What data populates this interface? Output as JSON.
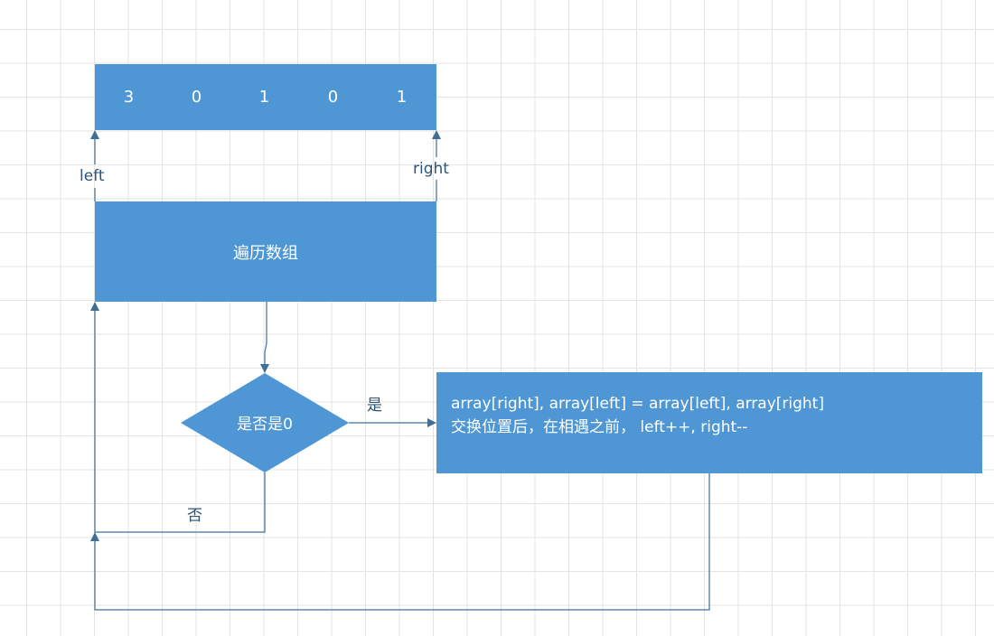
{
  "array": {
    "cells": [
      "3",
      "0",
      "1",
      "0",
      "1"
    ]
  },
  "labels": {
    "left": "left",
    "right": "right",
    "yes": "是",
    "no": "否"
  },
  "loop_box": {
    "text": "遍历数组"
  },
  "decision": {
    "text": "是否是0"
  },
  "swap_box": {
    "line1": "array[right], array[left] = array[left], array[right]",
    "line2": "交换位置后，在相遇之前， left++, right--"
  },
  "colors": {
    "box_fill": "#4f97d4",
    "arrow_stroke": "#3f6f98",
    "label_text": "#2d5478",
    "grid": "#e3e3e3"
  }
}
